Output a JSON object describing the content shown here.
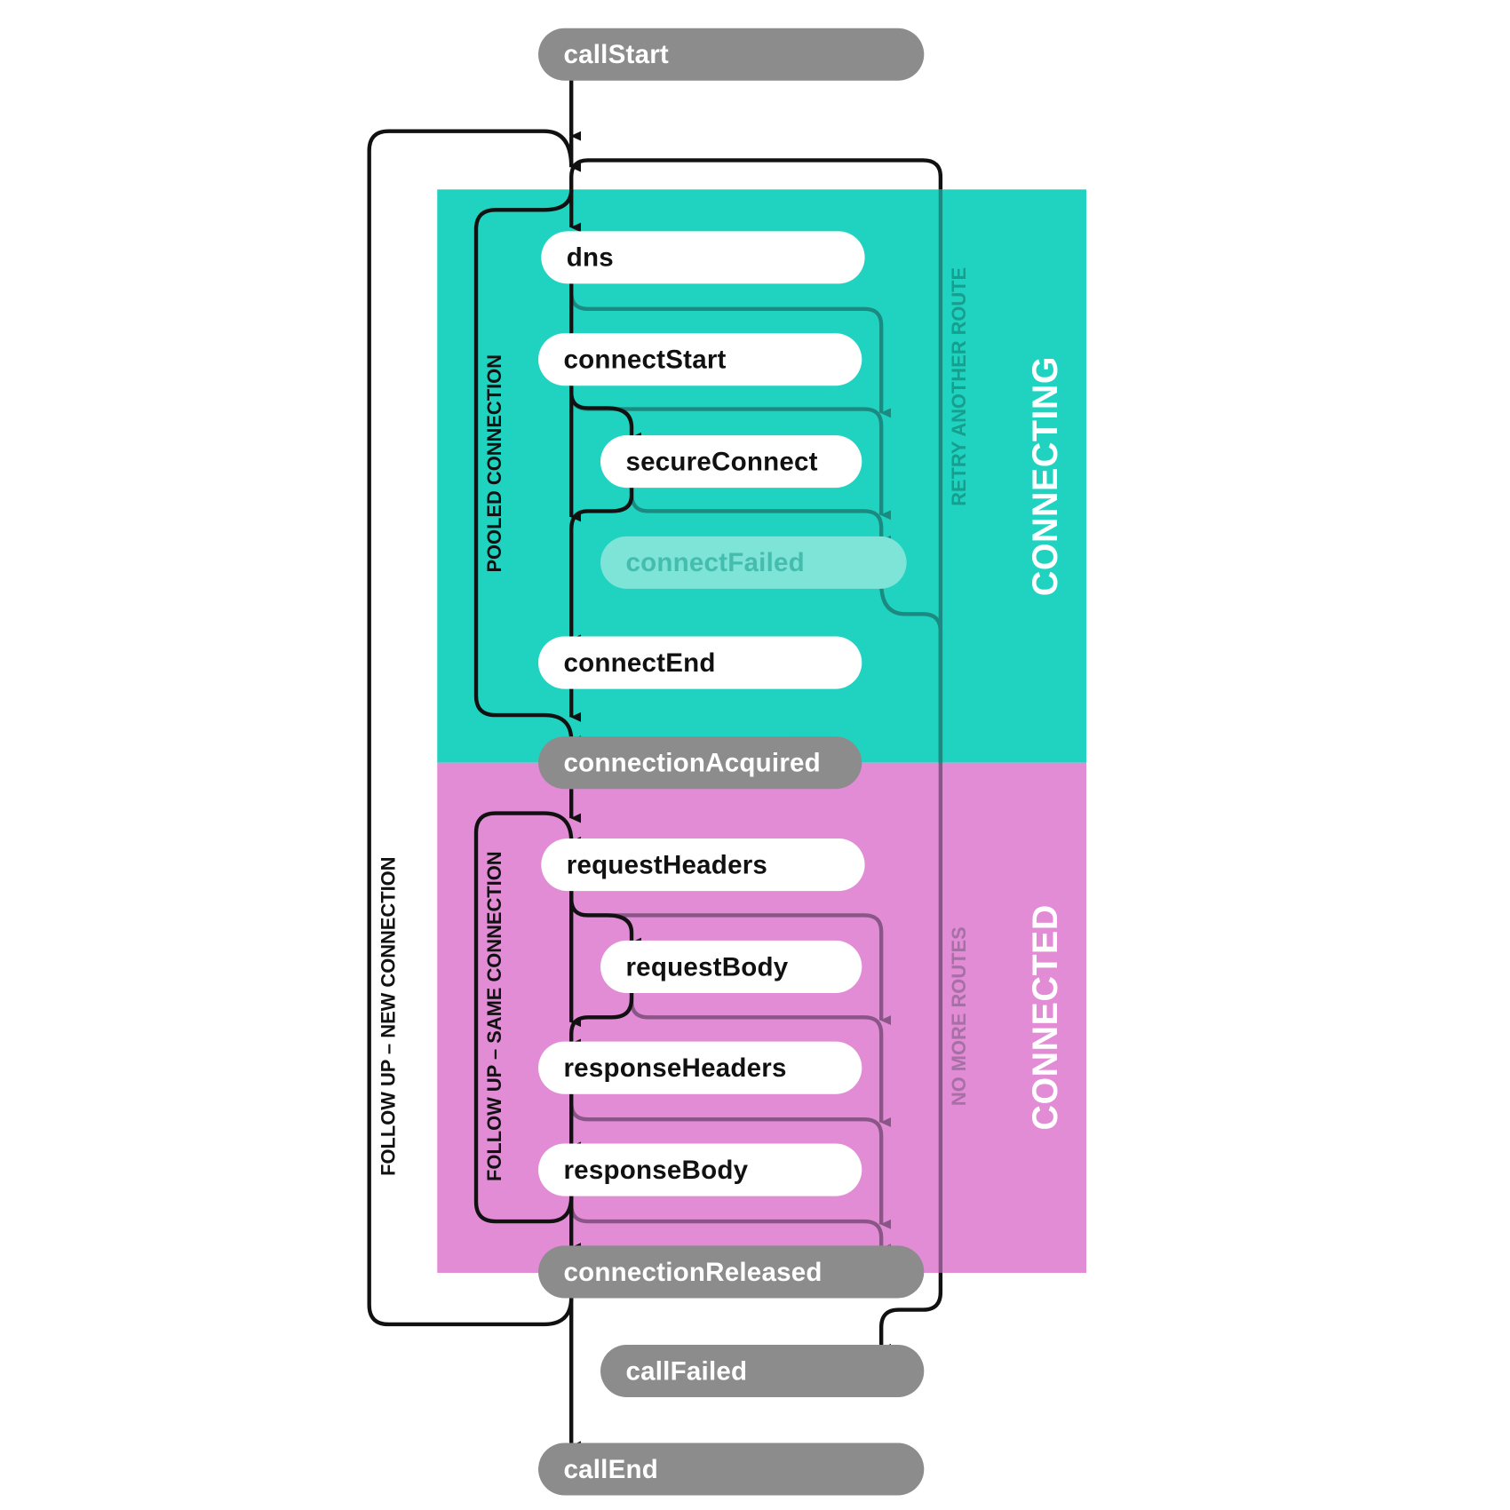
{
  "sections": {
    "connecting": "CONNECTING",
    "connected": "CONNECTED"
  },
  "path_labels": {
    "pooled_connection": "POOLED CONNECTION",
    "retry_another_route": "RETRY ANOTHER ROUTE",
    "no_more_routes": "NO MORE ROUTES",
    "follow_up_new_connection": "FOLLOW UP – NEW CONNECTION",
    "follow_up_same_connection": "FOLLOW UP – SAME CONNECTION"
  },
  "events": {
    "callStart": "callStart",
    "dns": "dns",
    "connectStart": "connectStart",
    "secureConnect": "secureConnect",
    "connectFailed": "connectFailed",
    "connectEnd": "connectEnd",
    "connectionAcquired": "connectionAcquired",
    "requestHeaders": "requestHeaders",
    "requestBody": "requestBody",
    "responseHeaders": "responseHeaders",
    "responseBody": "responseBody",
    "connectionReleased": "connectionReleased",
    "callFailed": "callFailed",
    "callEnd": "callEnd"
  },
  "colors": {
    "connecting_bg": "#20d3c0",
    "connected_bg": "#e28cd6",
    "gray_node": "#8c8c8c",
    "teal_arrow": "#1b8a80",
    "purple_arrow": "#8a5688",
    "main_arrow": "#111111"
  }
}
